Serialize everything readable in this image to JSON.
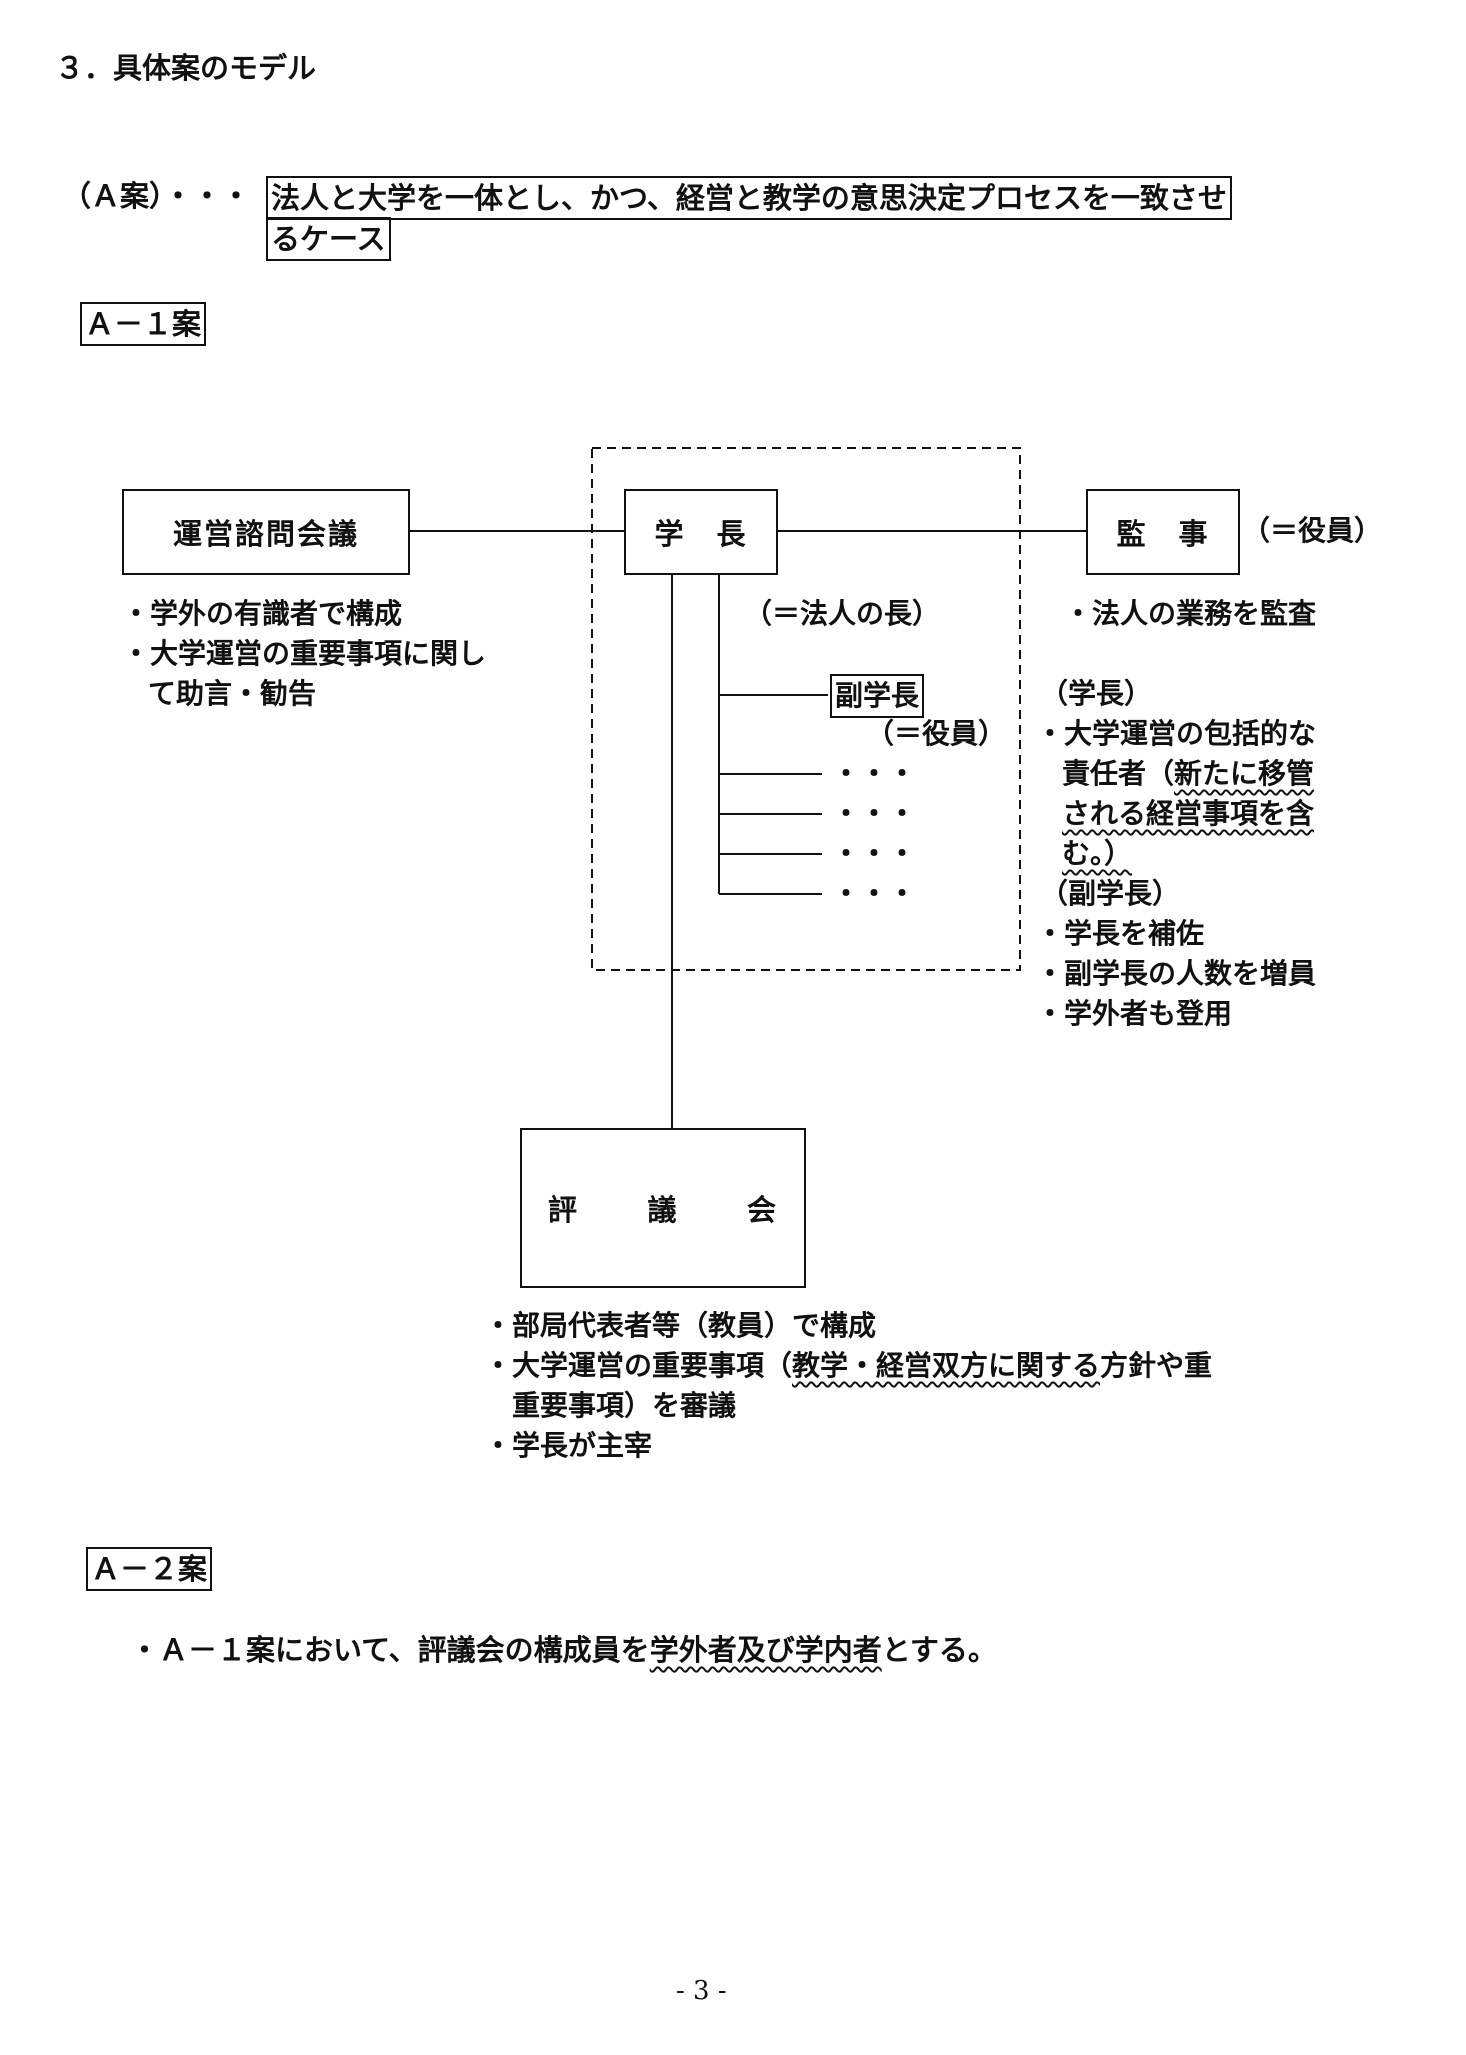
{
  "section_heading": "３．具体案のモデル",
  "plan_a": {
    "prefix": "（Ａ案）・・・",
    "description_line1": "法人と大学を一体とし、かつ、経営と教学の意思決定プロセスを一致させ",
    "description_line2": "るケース"
  },
  "plan_a1_label": "Ａ－１案",
  "diagram": {
    "advisory_council": {
      "name": "運営諮問会議",
      "notes": [
        "・学外の有識者で構成",
        "・大学運営の重要事項に関し",
        "て助言・勧告"
      ]
    },
    "president": {
      "name": "学　長",
      "subtitle": "（＝法人の長）"
    },
    "vice_president": {
      "name": "副学長",
      "subtitle": "（＝役員）"
    },
    "more_marker": "・・・",
    "auditor": {
      "name": "監　事",
      "subtitle": "（＝役員）",
      "note": "・法人の業務を監査"
    },
    "roles": {
      "president_heading": "（学長）",
      "president_note_l1": "・大学運営の包括的な",
      "president_note_l2_plain": "責任者（",
      "president_note_l2_wavy": "新たに移管",
      "president_note_l3_wavy": "される経営事項を含",
      "president_note_l4_wavy": "む。）",
      "vice_heading": "（副学長）",
      "vice_notes": [
        "・学長を補佐",
        "・副学長の人数を増員",
        "・学外者も登用"
      ]
    },
    "senate": {
      "chars": [
        "評",
        "議",
        "会"
      ],
      "note1": "・部局代表者等（教員）で構成",
      "note2_plain_a": "・大学運営の重要事項（",
      "note2_wavy": "教学・経営双方に関する",
      "note2_plain_b": "方針や重",
      "note2_line2": "重要事項）を審議",
      "note3": "・学長が主宰"
    }
  },
  "plan_a2_label": "Ａ－２案",
  "plan_a2": {
    "text_a": "・Ａ－１案において、評議会の構成員を",
    "wavy_a": "学外者及び学内者",
    "text_b": "とする。"
  },
  "page_number": "- 3 -"
}
